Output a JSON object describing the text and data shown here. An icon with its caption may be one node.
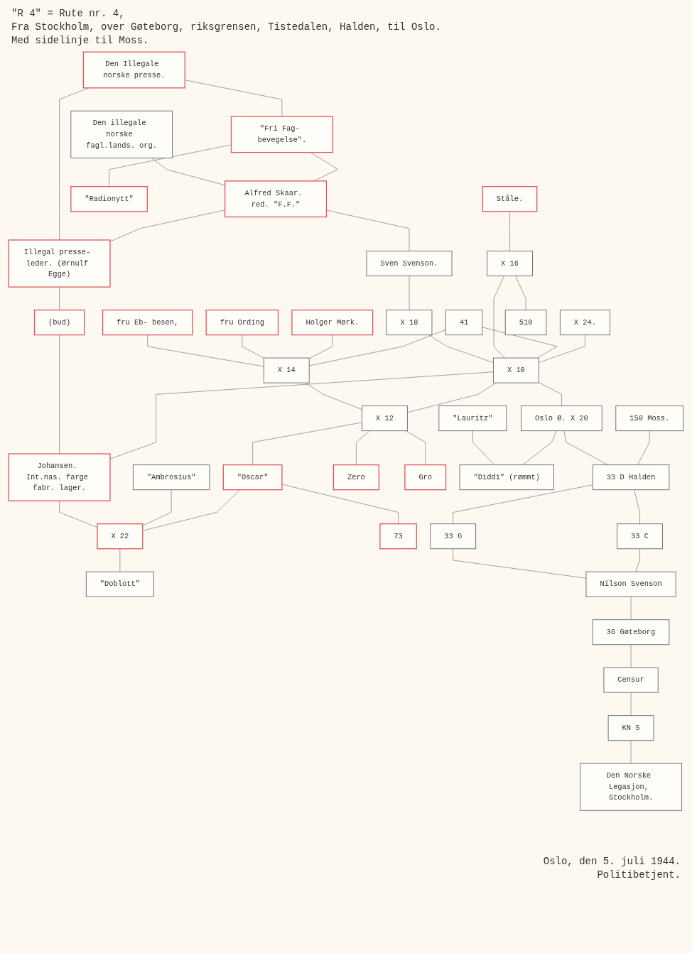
{
  "diagram": {
    "nodes": [
      {
        "text": [
          "Den Illegale norske presse."
        ]
      },
      {
        "text": [
          "Den illegale norske fagl.lands. org."
        ]
      },
      {
        "text": [
          "\"Fri Fag- bevegelse\"."
        ]
      },
      {
        "text": [
          "Alfred Skaar. red. \"F.F.\""
        ]
      },
      {
        "text": [
          "Illegal presse- leder. (Ørnulf Egge)"
        ]
      },
      {
        "text": [
          "Sven Svenson."
        ]
      },
      {
        "text": [
          "fru Eb- besen,"
        ]
      },
      {
        "text": [
          "fru Ording"
        ]
      },
      {
        "text": [
          "Holger Mørk."
        ]
      },
      {
        "text": [
          "\"Radionytt\""
        ]
      },
      {
        "text": [
          "Ståle."
        ]
      },
      {
        "text": [
          "X 18"
        ]
      },
      {
        "text": [
          "41"
        ]
      },
      {
        "text": [
          "X 14"
        ]
      },
      {
        "text": [
          "X 24."
        ]
      },
      {
        "text": [
          "(bud)"
        ]
      },
      {
        "text": [
          "X 16"
        ]
      },
      {
        "text": [
          "X 10"
        ]
      },
      {
        "text": [
          "Johansen. Int.nas. farge fabr. lager."
        ]
      },
      {
        "text": [
          "510"
        ]
      },
      {
        "text": [
          "\"Ambrosius\""
        ]
      },
      {
        "text": [
          "X 12"
        ]
      },
      {
        "text": [
          "\"Oscar\""
        ]
      },
      {
        "text": [
          "X 22"
        ]
      },
      {
        "text": [
          "\"Lauritz\""
        ]
      },
      {
        "text": [
          "\"Doblott\""
        ]
      },
      {
        "text": [
          "Zero"
        ]
      },
      {
        "text": [
          "Gro"
        ]
      },
      {
        "text": [
          "73"
        ]
      },
      {
        "text": [
          "Oslo Ø. X 20"
        ]
      },
      {
        "text": [
          "\"Diddi\" (rømmt)"
        ]
      },
      {
        "text": [
          "150 Moss."
        ]
      },
      {
        "text": [
          "33 D Halden"
        ]
      },
      {
        "text": [
          "33 G"
        ]
      },
      {
        "text": [
          "33 C"
        ]
      },
      {
        "text": [
          "Nilson Svenson"
        ]
      },
      {
        "text": [
          "36 Gøteborg"
        ]
      },
      {
        "text": [
          "Den Norske Legasjon, Stockholm."
        ]
      },
      {
        "text": [
          "KN S"
        ]
      },
      {
        "text": [
          "Censur"
        ]
      }
    ],
    "edges": [
      {
        "from": 0,
        "to": 2,
        "arrow": "none"
      },
      {
        "from": 0,
        "to": 4,
        "arrow": "none"
      },
      {
        "from": 1,
        "to": 3,
        "arrow": "none"
      },
      {
        "from": 2,
        "to": 3,
        "arrow": "none"
      },
      {
        "from": 3,
        "to": 4,
        "arrow": "none"
      },
      {
        "from": 2,
        "to": 9,
        "arrow": "none"
      },
      {
        "from": 3,
        "to": 5,
        "arrow": "none"
      },
      {
        "from": 5,
        "to": 11,
        "arrow": "none"
      },
      {
        "from": 6,
        "to": 13,
        "arrow": "none"
      },
      {
        "from": 7,
        "to": 13,
        "arrow": "none"
      },
      {
        "from": 8,
        "to": 13,
        "arrow": "none"
      },
      {
        "from": 12,
        "to": 13,
        "arrow": "none"
      },
      {
        "from": 13,
        "to": 21,
        "arrow": "none"
      },
      {
        "from": 4,
        "to": 15,
        "arrow": "none"
      },
      {
        "from": 15,
        "to": 18,
        "arrow": "none"
      },
      {
        "from": 10,
        "to": 16,
        "arrow": "none"
      },
      {
        "from": 11,
        "to": 17,
        "arrow": "none"
      },
      {
        "from": 16,
        "to": 17,
        "arrow": "none"
      },
      {
        "from": 16,
        "to": 19,
        "arrow": "none"
      },
      {
        "from": 17,
        "to": 18,
        "arrow": "none"
      },
      {
        "from": 12,
        "to": 17,
        "arrow": "none"
      },
      {
        "from": 14,
        "to": 17,
        "arrow": "none"
      },
      {
        "from": 18,
        "to": 23,
        "arrow": "none"
      },
      {
        "from": 20,
        "to": 23,
        "arrow": "none"
      },
      {
        "from": 23,
        "to": 25,
        "arrow": "none"
      },
      {
        "from": 17,
        "to": 21,
        "arrow": "none"
      },
      {
        "from": 21,
        "to": 22,
        "arrow": "none"
      },
      {
        "from": 22,
        "to": 23,
        "arrow": "none"
      },
      {
        "from": 21,
        "to": 26,
        "arrow": "none"
      },
      {
        "from": 21,
        "to": 27,
        "arrow": "none"
      },
      {
        "from": 22,
        "to": 28,
        "arrow": "none"
      },
      {
        "from": 17,
        "to": 29,
        "arrow": "none"
      },
      {
        "from": 24,
        "to": 30,
        "arrow": "none"
      },
      {
        "from": 29,
        "to": 30,
        "arrow": "none"
      },
      {
        "from": 29,
        "to": 32,
        "arrow": "none"
      },
      {
        "from": 31,
        "to": 32,
        "arrow": "none"
      },
      {
        "from": 32,
        "to": 33,
        "arrow": "none"
      },
      {
        "from": 32,
        "to": 34,
        "arrow": "none"
      },
      {
        "from": 33,
        "to": 35,
        "arrow": "none"
      },
      {
        "from": 34,
        "to": 35,
        "arrow": "none"
      },
      {
        "from": 35,
        "to": 36,
        "arrow": "none"
      },
      {
        "from": 36,
        "to": 39,
        "arrow": "none"
      },
      {
        "from": 39,
        "to": 38,
        "arrow": "none"
      },
      {
        "from": 38,
        "to": 37,
        "arrow": "none"
      }
    ],
    "labels": [
      "\"R 4\" = Rute nr. 4,",
      "Fra Stockholm, over Gøteborg, riksgrensen, Tistedalen, Halden, til Oslo.",
      "Med sidelinje til Moss.",
      "Oslo, den 5. juli 1944.",
      "Politibetjent."
    ]
  }
}
